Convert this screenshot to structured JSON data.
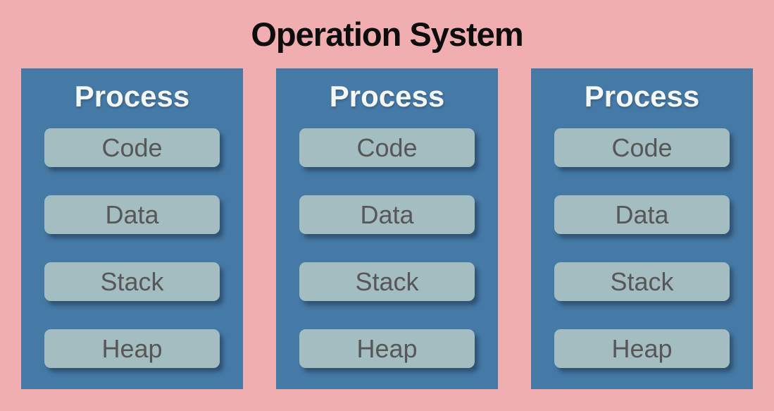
{
  "title": "Operation System",
  "processes": [
    {
      "title": "Process",
      "segments": [
        "Code",
        "Data",
        "Stack",
        "Heap"
      ]
    },
    {
      "title": "Process",
      "segments": [
        "Code",
        "Data",
        "Stack",
        "Heap"
      ]
    },
    {
      "title": "Process",
      "segments": [
        "Code",
        "Data",
        "Stack",
        "Heap"
      ]
    }
  ],
  "colors": {
    "background": "#f0aeb1",
    "title_text": "#0d0d0d",
    "process_card": "#4579a6",
    "process_title": "#f5f7f6",
    "segment_fill": "#a3bdc1",
    "segment_text": "#575757"
  }
}
